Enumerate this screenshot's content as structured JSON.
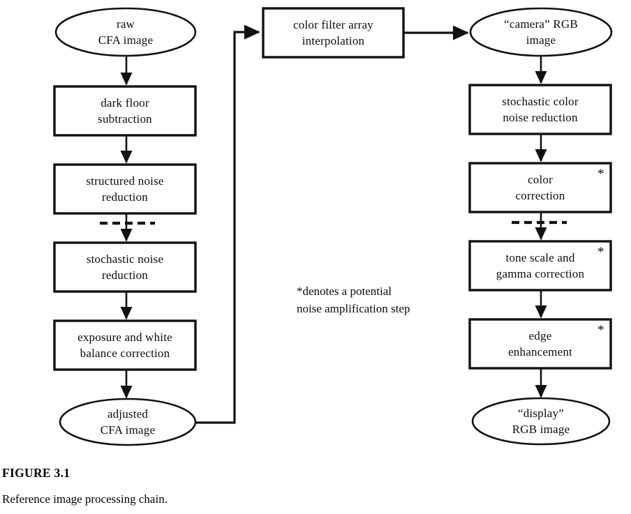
{
  "figure": {
    "title": "FIGURE 3.1",
    "caption": "Reference image processing chain."
  },
  "annotation": {
    "note": "*denotes a potential\nnoise amplification step",
    "marker": "*"
  },
  "diagram": {
    "type": "flowchart",
    "orientation": "two-column top-to-bottom with feedback connector",
    "left_column": {
      "start_terminator": "raw\nCFA image",
      "steps": [
        "dark floor\nsubtraction",
        "structured noise\nreduction",
        "stochastic noise\nreduction",
        "exposure and white\nbalance correction"
      ],
      "end_terminator": "adjusted\nCFA image",
      "dashed_separator_after_step": "structured noise reduction"
    },
    "middle_column": {
      "steps": [
        "color filter array\ninterpolation"
      ]
    },
    "right_column": {
      "start_terminator": "“camera” RGB\nimage",
      "steps": [
        "stochastic color\nnoise reduction",
        "color\ncorrection",
        "tone scale and\ngamma correction",
        "edge\nenhancement"
      ],
      "end_terminator": "“display”\nRGB image",
      "dashed_separator_after_step": "color correction",
      "starred_steps": [
        "color correction",
        "tone scale and gamma correction",
        "edge enhancement"
      ]
    }
  },
  "nodes": {
    "raw_cfa_image": "raw\nCFA image",
    "dark_floor_subtraction": "dark floor\nsubtraction",
    "structured_noise_reduction": "structured noise\nreduction",
    "stochastic_noise_reduction": "stochastic noise\nreduction",
    "exposure_white_balance": "exposure and white\nbalance correction",
    "adjusted_cfa_image": "adjusted\nCFA image",
    "cfa_interpolation": "color filter array\ninterpolation",
    "camera_rgb_image": "“camera” RGB\nimage",
    "stochastic_color_noise_reduction": "stochastic color\nnoise reduction",
    "color_correction": "color\ncorrection",
    "tone_scale_gamma": "tone scale and\ngamma correction",
    "edge_enhancement": "edge\nenhancement",
    "display_rgb_image": "“display”\nRGB image"
  },
  "colors": {
    "stroke": "#111111",
    "text": "#0b0b14",
    "background": "#ffffff"
  }
}
